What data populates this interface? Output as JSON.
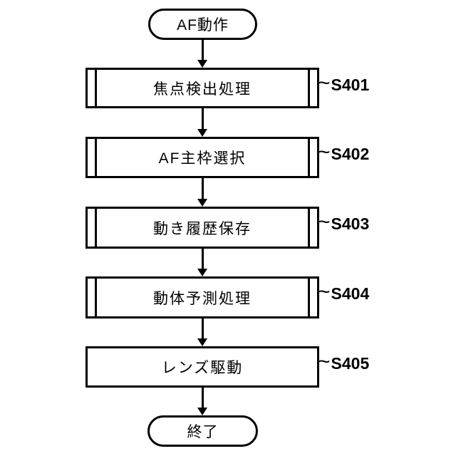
{
  "diagram": {
    "title": "AF operation flowchart",
    "start": {
      "label": "AF動作"
    },
    "end": {
      "label": "終了"
    },
    "connector_glyph": "~",
    "steps": [
      {
        "id": "S401",
        "label": "焦点検出処理",
        "type": "subroutine"
      },
      {
        "id": "S402",
        "label": "AF主枠選択",
        "type": "subroutine"
      },
      {
        "id": "S403",
        "label": "動き履歴保存",
        "type": "subroutine"
      },
      {
        "id": "S404",
        "label": "動体予測処理",
        "type": "subroutine"
      },
      {
        "id": "S405",
        "label": "レンズ駆動",
        "type": "process"
      }
    ],
    "colors": {
      "line": "#000000",
      "background": "#ffffff",
      "text": "#000000"
    }
  }
}
